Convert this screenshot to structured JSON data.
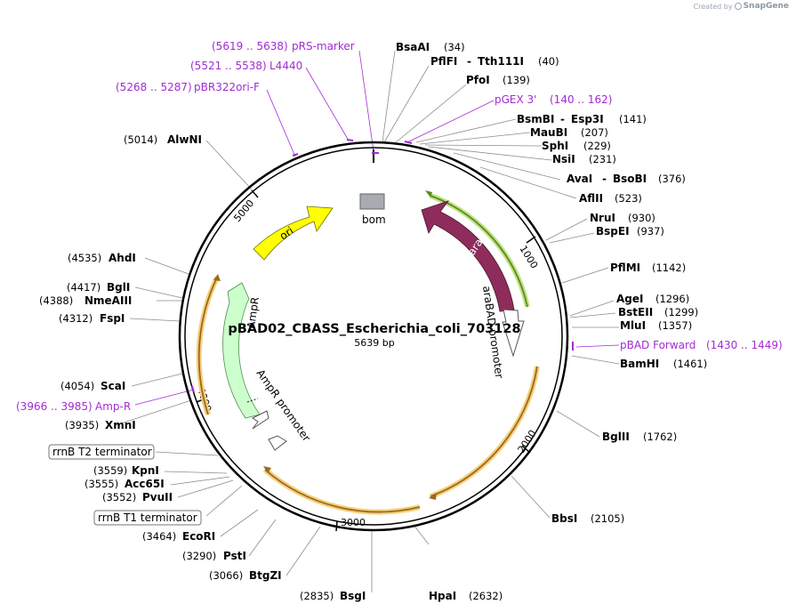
{
  "credit": {
    "created_by": "Created by",
    "brand": "SnapGene"
  },
  "plasmid": {
    "name": "pBAD02_CBASS_Escherichia_coli_703128",
    "length": "5639 bp"
  },
  "ticks": [
    "1000",
    "2000",
    "3000",
    "4000",
    "5000"
  ],
  "features": {
    "bom": "bom",
    "araC": "araC",
    "ori": "ori",
    "ampr": "AmpR",
    "ampr_promoter": "AmpR promoter",
    "arabad_promoter": "araBAD promoter"
  },
  "boxed_terminators": [
    "rrnB T2 terminator",
    "rrnB T1 terminator"
  ],
  "right_enzymes": [
    {
      "name": "BsaAI",
      "pos": "(34)"
    },
    {
      "name": "PflFI",
      "name2": "Tth111I",
      "pos": "(40)"
    },
    {
      "name": "PfoI",
      "pos": "(139)"
    },
    {
      "name": "BsmBI",
      "name2": "Esp3I",
      "pos": "(141)"
    },
    {
      "name": "MauBI",
      "pos": "(207)"
    },
    {
      "name": "SphI",
      "pos": "(229)"
    },
    {
      "name": "NsiI",
      "pos": "(231)"
    },
    {
      "name": "AvaI",
      "name2": "BsoBI",
      "pos": "(376)"
    },
    {
      "name": "AflII",
      "pos": "(523)"
    },
    {
      "name": "NruI",
      "pos": "(930)"
    },
    {
      "name": "BspEI",
      "pos": "(937)"
    },
    {
      "name": "PflMI",
      "pos": "(1142)"
    },
    {
      "name": "AgeI",
      "pos": "(1296)"
    },
    {
      "name": "BstEII",
      "pos": "(1299)"
    },
    {
      "name": "MluI",
      "pos": "(1357)"
    },
    {
      "name": "BamHI",
      "pos": "(1461)"
    },
    {
      "name": "BglII",
      "pos": "(1762)"
    },
    {
      "name": "BbsI",
      "pos": "(2105)"
    },
    {
      "name": "HpaI",
      "pos": "(2632)"
    }
  ],
  "left_enzymes": [
    {
      "name": "AlwNI",
      "pos": "(5014)"
    },
    {
      "name": "AhdI",
      "pos": "(4535)"
    },
    {
      "name": "BglI",
      "pos": "(4417)"
    },
    {
      "name": "NmeAIII",
      "pos": "(4388)"
    },
    {
      "name": "FspI",
      "pos": "(4312)"
    },
    {
      "name": "ScaI",
      "pos": "(4054)"
    },
    {
      "name": "XmnI",
      "pos": "(3935)"
    },
    {
      "name": "KpnI",
      "pos": "(3559)"
    },
    {
      "name": "Acc65I",
      "pos": "(3555)"
    },
    {
      "name": "PvuII",
      "pos": "(3552)"
    },
    {
      "name": "EcoRI",
      "pos": "(3464)"
    },
    {
      "name": "PstI",
      "pos": "(3290)"
    },
    {
      "name": "BtgZI",
      "pos": "(3066)"
    },
    {
      "name": "BsgI",
      "pos": "(2835)"
    }
  ],
  "primers": [
    {
      "name": "pRS-marker",
      "range": "(5619 .. 5638)"
    },
    {
      "name": "L4440",
      "range": "(5521 .. 5538)"
    },
    {
      "name": "pBR322ori-F",
      "range": "(5268 .. 5287)"
    },
    {
      "name": "pGEX 3'",
      "range": "(140 .. 162)"
    },
    {
      "name": "pBAD Forward",
      "range": "(1430 .. 1449)"
    },
    {
      "name": "Amp-R",
      "range": "(3966 .. 3985)"
    }
  ],
  "colors": {
    "primer": "#a32bd4",
    "araC": "#8e2c5c",
    "ori": "#ffff00",
    "ampr": "#ccffcc",
    "orf": "#9a6a1c",
    "orf_glow": "#f6cf7a",
    "araC_orf_glow": "#b8e07a",
    "bom": "#a8acb2"
  }
}
